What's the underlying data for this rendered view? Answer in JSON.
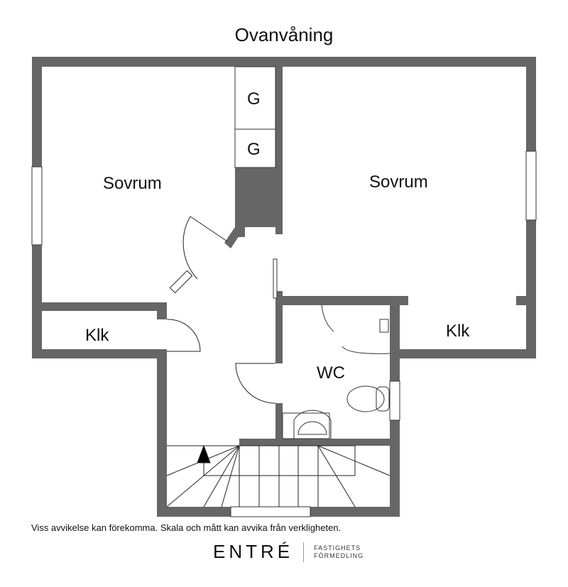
{
  "title": "Ovanvåning",
  "rooms": {
    "bedroom_left": "Sovrum",
    "bedroom_right": "Sovrum",
    "closet_left": "Klk",
    "closet_right": "Klk",
    "wc": "WC",
    "wardrobe_1": "G",
    "wardrobe_2": "G"
  },
  "disclaimer": "Viss avvikelse kan förekomma. Skala och mått kan avvika från verkligheten.",
  "logo": {
    "brand": "ENTRÉ",
    "line1": "FASTIGHETS",
    "line2": "FÖRMEDLING"
  },
  "colors": {
    "wall": "#666666"
  }
}
